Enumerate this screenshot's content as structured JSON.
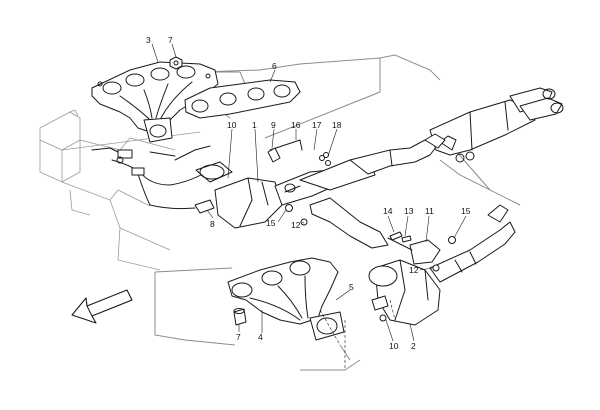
{
  "callouts": [
    {
      "id": "c3",
      "label": "3"
    },
    {
      "id": "c7a",
      "label": "7"
    },
    {
      "id": "c6",
      "label": "6"
    },
    {
      "id": "c10a",
      "label": "10"
    },
    {
      "id": "c1",
      "label": "1"
    },
    {
      "id": "c9",
      "label": "9"
    },
    {
      "id": "c16",
      "label": "16"
    },
    {
      "id": "c17",
      "label": "17"
    },
    {
      "id": "c18",
      "label": "18"
    },
    {
      "id": "c8",
      "label": "8"
    },
    {
      "id": "c15a",
      "label": "15"
    },
    {
      "id": "c12a",
      "label": "12"
    },
    {
      "id": "c14",
      "label": "14"
    },
    {
      "id": "c13",
      "label": "13"
    },
    {
      "id": "c11",
      "label": "11"
    },
    {
      "id": "c15b",
      "label": "15"
    },
    {
      "id": "c12b",
      "label": "12"
    },
    {
      "id": "c5",
      "label": "5"
    },
    {
      "id": "c7b",
      "label": "7"
    },
    {
      "id": "c4",
      "label": "4"
    },
    {
      "id": "c10b",
      "label": "10"
    },
    {
      "id": "c2",
      "label": "2"
    }
  ],
  "icons": {
    "direction_arrow": "front-direction-arrow-icon"
  }
}
